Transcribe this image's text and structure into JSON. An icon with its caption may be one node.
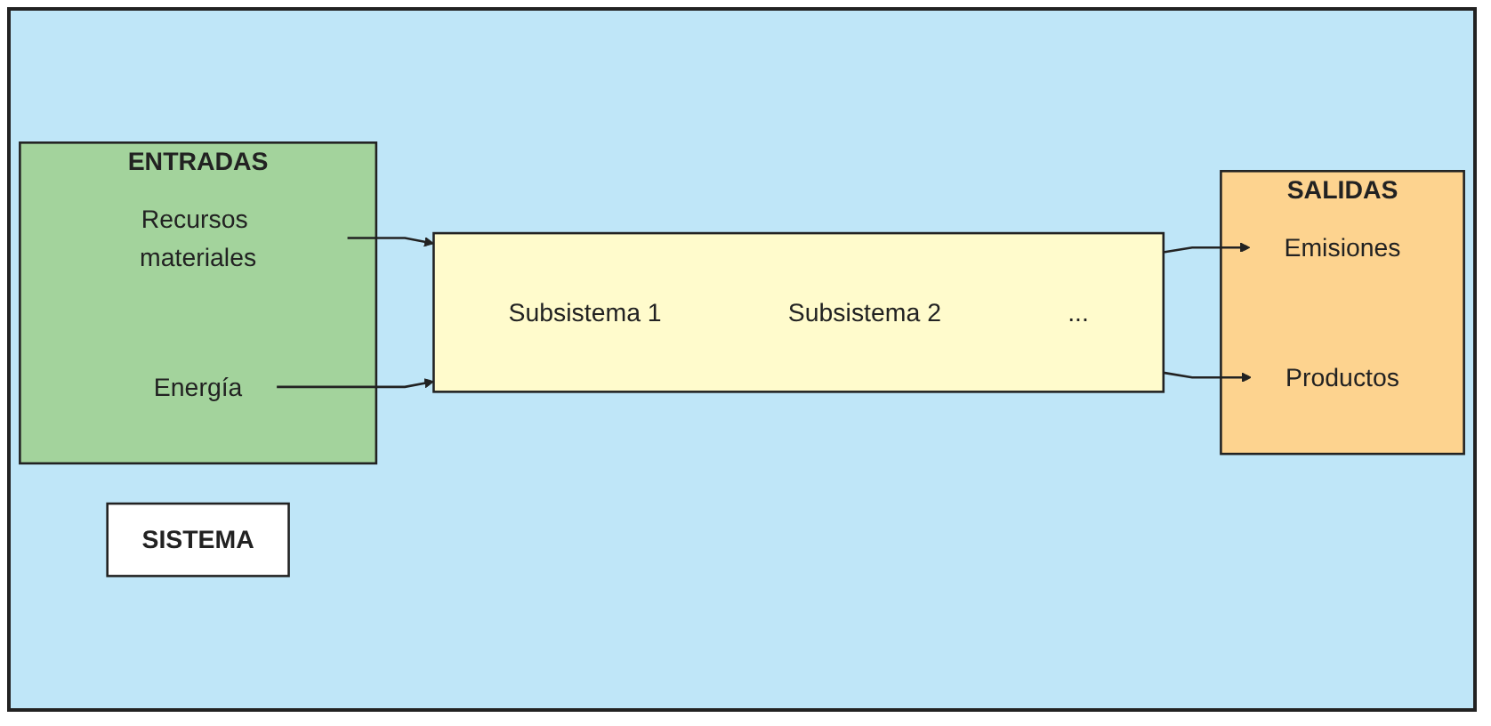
{
  "diagram": {
    "nodes": [
      {
        "text": [
          "ENTRADAS"
        ]
      },
      {
        "text": [
          "Recursos materiales"
        ],
        "in": 0
      },
      {
        "text": [
          "Energía"
        ],
        "in": 0
      },
      {
        "text": [],
        "shape": "box"
      },
      {
        "text": [
          "Subsistema 1"
        ],
        "in": 3
      },
      {
        "text": [
          "Subsistema 2"
        ],
        "in": 3
      },
      {
        "text": [
          "..."
        ],
        "in": 3
      },
      {
        "text": [
          "SISTEMA"
        ]
      },
      {
        "text": [
          "SALIDAS"
        ]
      },
      {
        "text": [
          "Emisiones"
        ],
        "in": 8
      },
      {
        "text": [
          "Productos"
        ],
        "in": 8
      }
    ],
    "edges": [
      {
        "from": 1,
        "to": 3,
        "arrow": "to"
      },
      {
        "from": 2,
        "to": 3,
        "arrow": "to"
      },
      {
        "from": 3,
        "to": 9,
        "arrow": "to"
      },
      {
        "from": 3,
        "to": 10,
        "arrow": "to"
      }
    ]
  }
}
